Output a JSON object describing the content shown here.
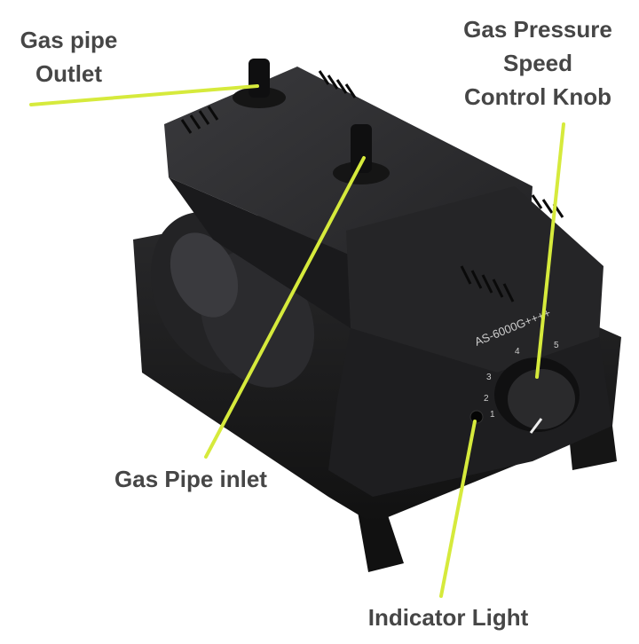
{
  "labels": {
    "outlet": [
      "Gas pipe",
      "Outlet"
    ],
    "knob": [
      "Gas Pressure",
      "Speed",
      "Control Knob"
    ],
    "inlet": "Gas Pipe inlet",
    "indicator": "Indicator Light"
  },
  "device_marking": "AS-6000G++++",
  "dial_numbers": [
    "1",
    "2",
    "3",
    "4",
    "5"
  ],
  "colors": {
    "leader_line": "#d6ea3c",
    "label_text": "#464646",
    "device_body": "#1c1c1e"
  }
}
